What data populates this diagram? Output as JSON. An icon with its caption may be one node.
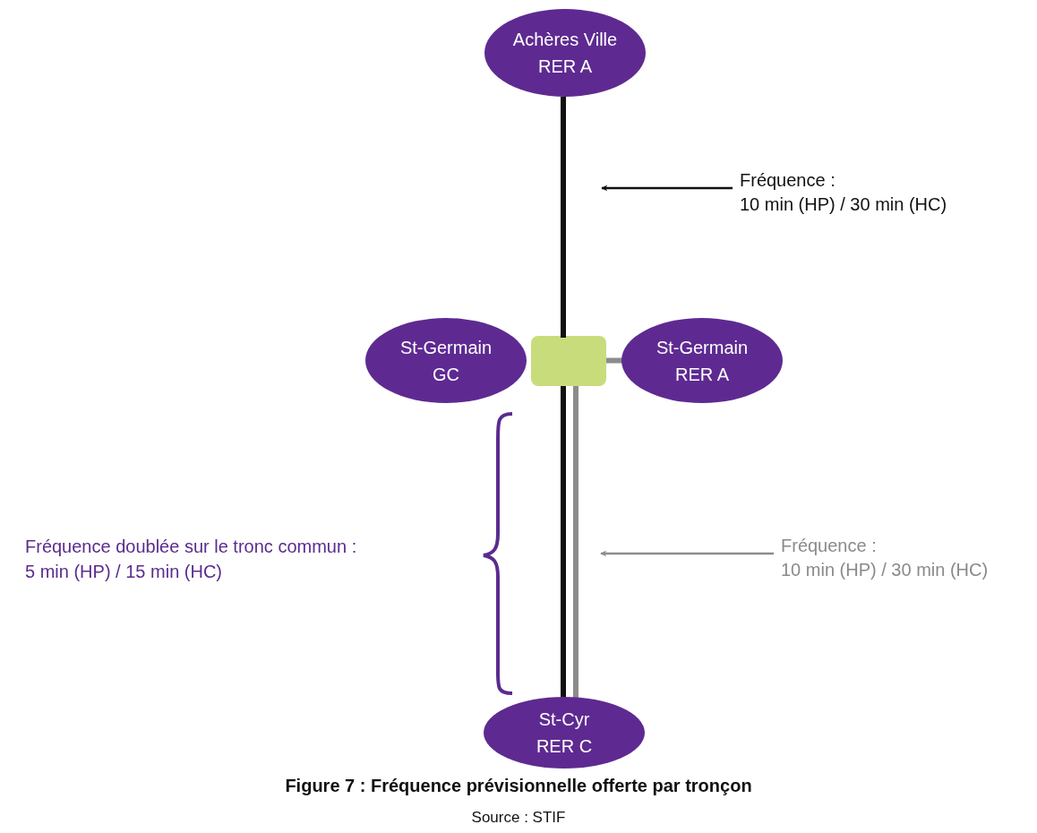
{
  "diagram": {
    "caption": "Figure 7 : Fréquence prévisionnelle offerte par tronçon",
    "nodes": [
      {
        "text": [
          "Achères Ville",
          "RER A"
        ]
      },
      {
        "text": [],
        "shape": "box"
      },
      {
        "text": [
          "St-Germain",
          "GC"
        ]
      },
      {
        "text": [
          "St-Germain",
          "RER A"
        ]
      },
      {
        "text": [
          "St-Cyr",
          "RER C"
        ]
      },
      {
        "text": [
          "Fréquence :",
          "10 min (HP) / 30 min (HC)"
        ]
      },
      {
        "text": [
          "Fréquence :",
          "10 min (HP) / 30 min (HC)"
        ]
      }
    ],
    "edges": [
      {
        "from": 0,
        "to": 1,
        "arrow": "none"
      },
      {
        "from": 1,
        "to": 4,
        "arrow": "none"
      },
      {
        "from": 3,
        "to": 1,
        "arrow": "none",
        "color": "#8c8c8c"
      },
      {
        "from": 1,
        "to": 4,
        "arrow": "none",
        "color": "#8c8c8c"
      },
      {
        "from": 5,
        "to": null,
        "arrow": "to"
      },
      {
        "from": 6,
        "to": null,
        "arrow": "to",
        "color": "#8c8c8c"
      }
    ],
    "labels": [
      "Fréquence doublée sur le tronc commun : 5 min (HP) / 15 min (HC)",
      "Source : STIF"
    ]
  }
}
